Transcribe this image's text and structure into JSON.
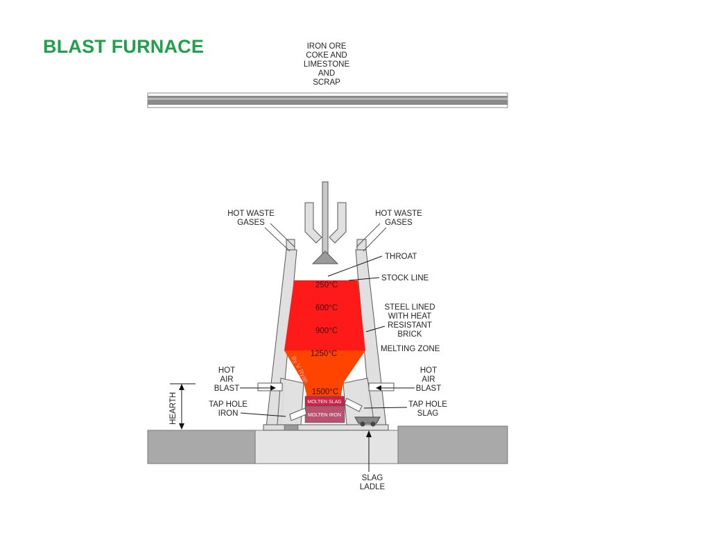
{
  "title": "BLAST FURNACE",
  "charge_label": [
    "IRON ORE",
    "COKE AND",
    "LIMESTONE",
    "AND",
    "SCRAP"
  ],
  "labels": {
    "hot_waste_left": [
      "HOT WASTE",
      "GASES"
    ],
    "hot_waste_right": [
      "HOT WASTE",
      "GASES"
    ],
    "throat": "THROAT",
    "stock_line": "STOCK LINE",
    "steel_lined": [
      "STEEL LINED",
      "WITH HEAT",
      "RESISTANT",
      "BRICK"
    ],
    "melting_zone": "MELTING ZONE",
    "hot_air_left": [
      "HOT",
      "AIR",
      "BLAST"
    ],
    "hot_air_right": [
      "HOT",
      "AIR",
      "BLAST"
    ],
    "tap_hole_iron": [
      "TAP HOLE",
      "IRON"
    ],
    "tap_hole_slag": [
      "TAP HOLE",
      "SLAG"
    ],
    "hearth": "HEARTH",
    "slag_ladle": [
      "SLAG",
      "LADLE"
    ],
    "molten_slag": "MOLTEN SLAG",
    "molten_iron": "MOLTEN IRON",
    "credit": "By V Ryan"
  },
  "temperatures": [
    "250°C",
    "600°C",
    "900°C",
    "1250°C",
    "1500°C"
  ],
  "colors": {
    "title": "#1fa04a",
    "hot_zone": "#ff1a1a",
    "melting_zone": "#ff4400",
    "molten_slag": "#cc2244",
    "molten_iron": "#b8526e",
    "wall": "#e0e0e0",
    "ground": "#a9a9a9"
  }
}
